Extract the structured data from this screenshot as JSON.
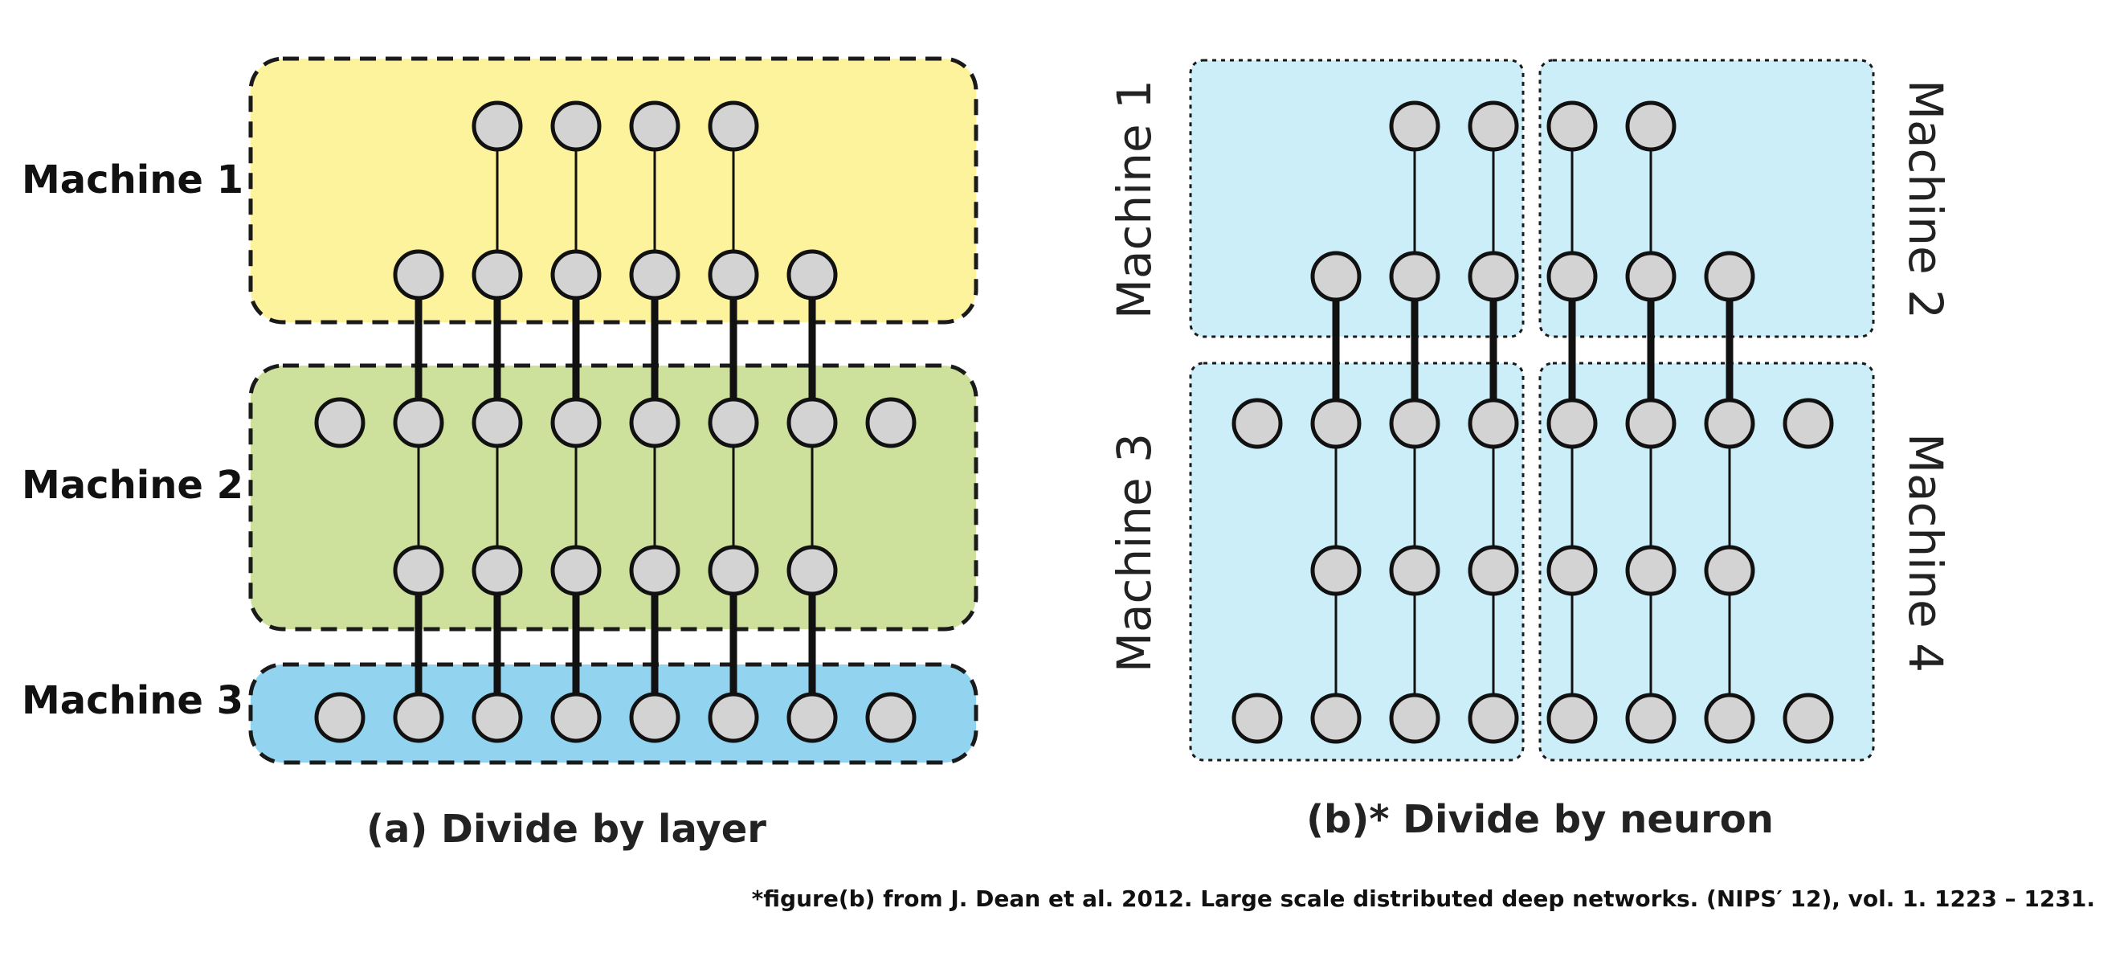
{
  "panel_a": {
    "machine_labels": [
      "Machine 1",
      "Machine 2",
      "Machine 3"
    ],
    "caption": "(a) Divide by layer",
    "region_colors": [
      "#fdf39c",
      "#cde09c",
      "#92d4f0"
    ]
  },
  "panel_b": {
    "machine_labels": [
      "Machine 1",
      "Machine 2",
      "Machine 3",
      "Machine 4"
    ],
    "caption": "(b)* Divide by neuron",
    "region_color": "#cbeef9"
  },
  "footnote": "*figure(b) from J. Dean et al. 2012. Large scale distributed deep networks.  (NIPS′  12), vol. 1. 1223 – 1231.",
  "node_fill": "#d3d3d3"
}
